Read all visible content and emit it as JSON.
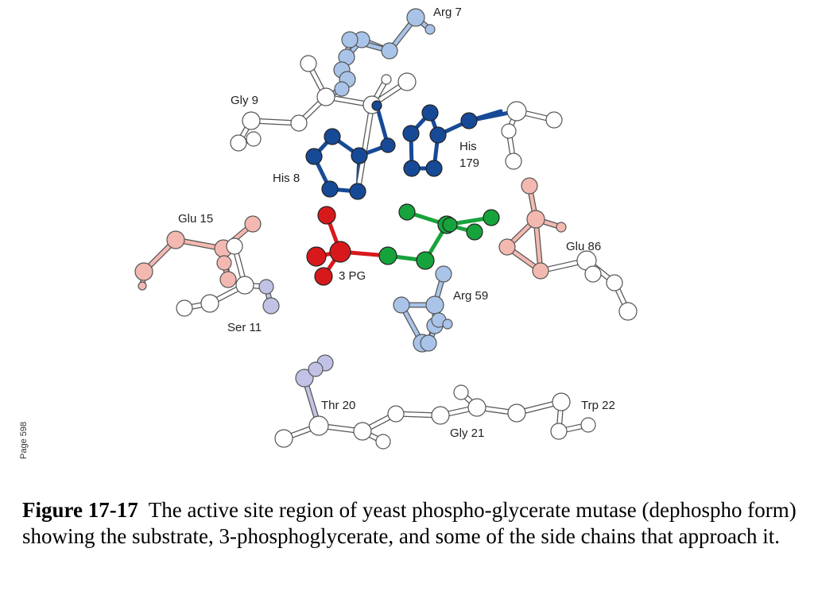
{
  "colors": {
    "arginine": "#a9c4e8",
    "histidine": "#174a96",
    "substrate_phosphate": "#d8191c",
    "substrate_carbon": "#17a33c",
    "glutamate": "#f3b9b0",
    "serine_threonine": "#c2c2e6",
    "backbone": "#ffffff"
  },
  "labels": {
    "arg7": "Arg 7",
    "gly9": "Gly 9",
    "his8": "His 8",
    "his179_line1": "His",
    "his179_line2": "179",
    "glu15": "Glu 15",
    "pg3": "3 PG",
    "glu86": "Glu 86",
    "arg59": "Arg 59",
    "ser11": "Ser 11",
    "thr20": "Thr 20",
    "gly21": "Gly 21",
    "trp22": "Trp 22"
  },
  "page_note": "Page 598",
  "caption": {
    "figure_label": "Figure 17-17",
    "text": "The active site region of yeast phospho-glycerate mutase (dephospho form) showing the substrate, 3-phosphoglycerate, and some of the side chains that approach it."
  }
}
